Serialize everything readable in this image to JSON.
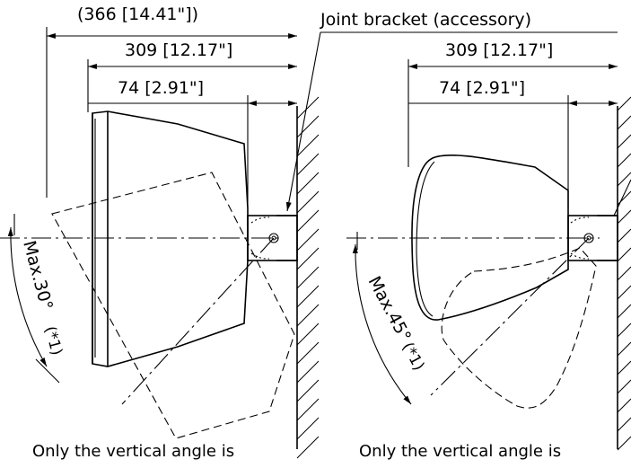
{
  "left_view": {
    "dim_overall": "(366 [14.41\"])",
    "dim_depth": "309 [12.17\"]",
    "dim_bracket": "74 [2.91\"]",
    "angle_label": "Max.30°",
    "angle_note": "(*1)",
    "caption": "Only the vertical angle is"
  },
  "right_view": {
    "callout": "Joint bracket (accessory)",
    "dim_depth": "309 [12.17\"]",
    "dim_bracket": "74 [2.91\"]",
    "angle_label": "Max.45°",
    "angle_note": "(*1)",
    "caption": "Only the vertical angle is"
  }
}
